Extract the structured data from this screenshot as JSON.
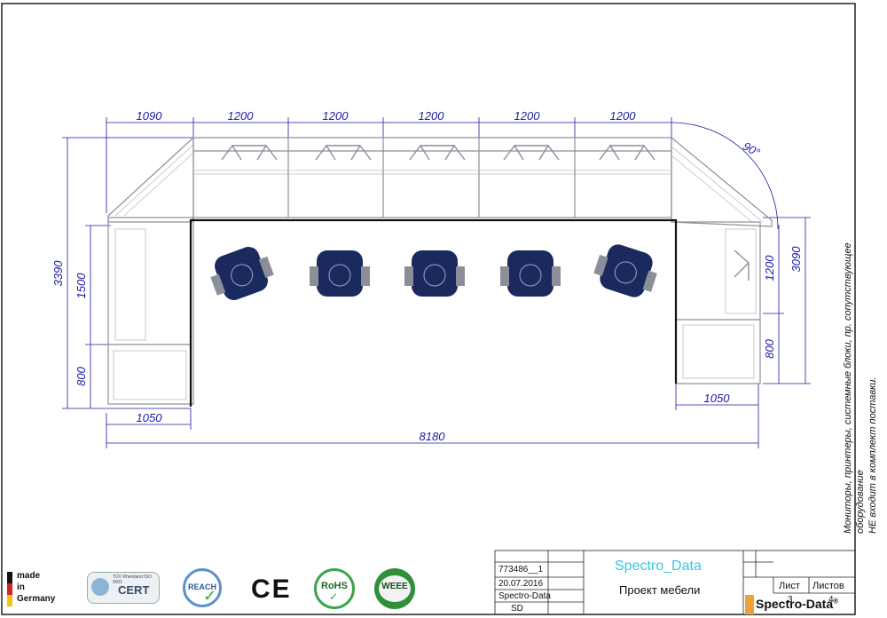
{
  "dimensions": {
    "top": [
      "1090",
      "1200",
      "1200",
      "1200",
      "1200",
      "1200"
    ],
    "corner_angle": "90°",
    "left_total": "3390",
    "left_upper": "1500",
    "left_lower": "800",
    "right_total": "3090",
    "right_upper": "1200",
    "right_lower": "800",
    "bottom_left": "1050",
    "bottom_right": "1050",
    "overall": "8180"
  },
  "side_note": {
    "line1": "Мониторы, принтеры, системные блоки, пр. сопутствующее оборудование",
    "line2": "НЕ входит в комплект поставки."
  },
  "title_block": {
    "doc_number": "773486__1",
    "date": "20.07.2016",
    "company": "Spectro-Data",
    "code": "SD",
    "project_name": "Spectro_Data",
    "project_title": "Проект мебели",
    "sheet_label": "Лист",
    "sheets_label": "Листов",
    "sheet": "3",
    "sheets": "4",
    "brand": "Spectro-Data",
    "brand_mark": "®"
  },
  "logos": {
    "made_in": [
      "made",
      "in",
      "Germany"
    ],
    "cert": "CERT",
    "cert_sub": "TÜV Rheinland ISO 9001",
    "reach": "REACH",
    "ce": "CE",
    "rohs": "RoHS",
    "weee": "WEEE"
  },
  "colors": {
    "dimension": "#1a1aa6",
    "chair": "#1b2a5e",
    "project_name": "#35c7e8",
    "brand_bar": "#f0a23a"
  }
}
